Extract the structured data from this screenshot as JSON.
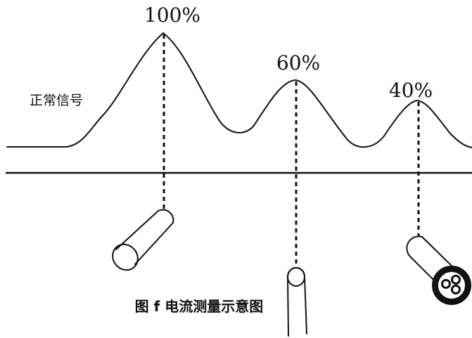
{
  "peaks": [
    {
      "label": "100%"
    },
    {
      "label": "60%"
    },
    {
      "label": "40%"
    }
  ],
  "signal_label": "正常信号",
  "caption": "图 f 电流测量示意图"
}
